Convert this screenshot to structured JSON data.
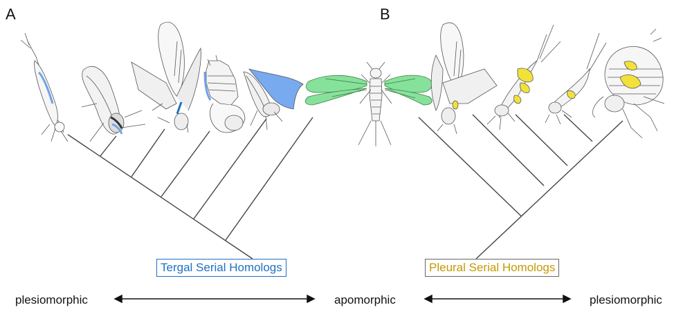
{
  "panels": {
    "a_label": "A",
    "b_label": "B"
  },
  "homologs": {
    "tergal": {
      "label": "Tergal Serial Homologs",
      "color": "#1f6fc4",
      "highlight": "#6fa3e8"
    },
    "pleural": {
      "label": "Pleural Serial Homologs",
      "color": "#c49a00",
      "highlight": "#f2e13a"
    }
  },
  "axis": {
    "left": "plesiomorphic",
    "center": "apomorphic",
    "right": "plesiomorphic"
  },
  "center_insect": {
    "wing_color": "#86e29a"
  },
  "tree_a": {
    "tips": 6,
    "icons": [
      "silverfish-icon",
      "cockroach-icon",
      "wasp-icon",
      "beetle-larva-icon",
      "treehopper-icon",
      "mayfly-icon"
    ]
  },
  "tree_b": {
    "tips": 5,
    "icons": [
      "wasp-icon",
      "bristletail-icon",
      "silverfish-icon",
      "woodlouse-icon",
      "mayfly-icon"
    ]
  }
}
